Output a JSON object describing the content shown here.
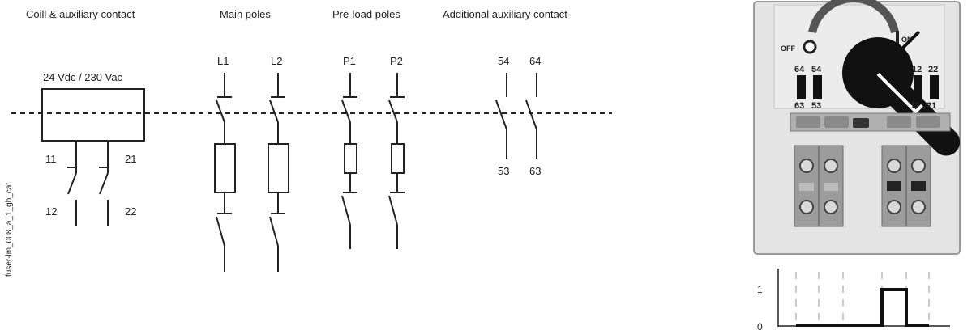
{
  "headers": {
    "coil": "Coill & auxiliary contact",
    "main": "Main poles",
    "preload": "Pre-load poles",
    "additional": "Additional auxiliary contact"
  },
  "coil": {
    "voltage": "24 Vdc / 230 Vac",
    "contact1": {
      "top": "11",
      "bottom": "12"
    },
    "contact2": {
      "top": "21",
      "bottom": "22"
    }
  },
  "main_poles": [
    "L1",
    "L2"
  ],
  "preload_poles": [
    "P1",
    "P2"
  ],
  "additional_contact": {
    "top": [
      "54",
      "64"
    ],
    "bottom": [
      "53",
      "63"
    ]
  },
  "side_label": "fuser-lm_008_a_1_gb_cat",
  "device": {
    "off_label": "OFF",
    "on_label": "ON",
    "top_left_labels": [
      "64",
      "54"
    ],
    "bottom_left_labels": [
      "63",
      "53"
    ],
    "top_right_labels": [
      "12",
      "22"
    ],
    "bottom_right_labels": [
      "11",
      "21"
    ]
  },
  "timing": {
    "y_labels": [
      "1",
      "0"
    ],
    "levels": [
      0,
      0,
      0,
      1,
      0
    ]
  },
  "colors": {
    "line": "#222222",
    "device_body": "#e4e4e4",
    "handle": "#111111",
    "arc": "#555555"
  }
}
